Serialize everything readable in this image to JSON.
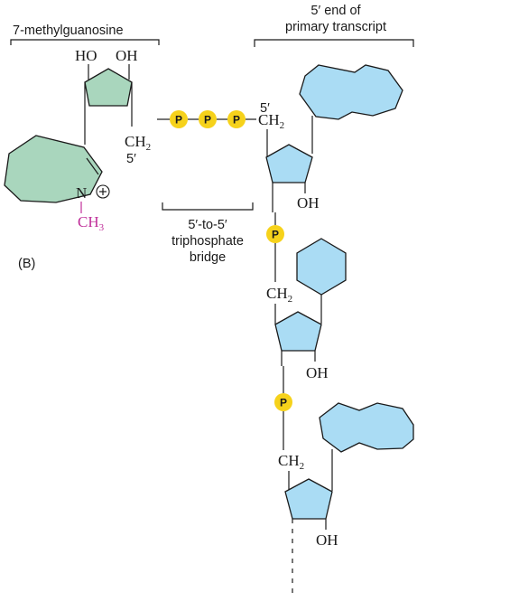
{
  "labels": {
    "cap_title": "7-methylguanosine",
    "transcript_title_line1": "5′ end of",
    "transcript_title_line2": "primary transcript",
    "bridge_line1": "5′-to-5′",
    "bridge_line2": "triphosphate",
    "bridge_line3": "bridge",
    "panel_label": "(B)",
    "cap_ho": "HO",
    "cap_oh": "OH",
    "cap_ch2": "CH",
    "cap_ch2_sub": "2",
    "cap_5prime": "5′",
    "n_plus": "N",
    "ch3": "CH",
    "ch3_sub": "3",
    "t1_5prime": "5′",
    "t1_ch2": "CH",
    "t1_ch2_sub": "2",
    "t1_oh": "OH",
    "t2_ch2": "CH",
    "t2_ch2_sub": "2",
    "t2_oh": "OH",
    "t3_ch2": "CH",
    "t3_ch2_sub": "2",
    "t3_oh": "OH",
    "phosphate": "P"
  },
  "colors": {
    "cap_green": "#a9d6bd",
    "ribose_blue": "#aadcf4",
    "phosphate_yellow": "#f6d21b",
    "methyl_magenta": "#c0309a",
    "ink": "#1a1a1a"
  }
}
